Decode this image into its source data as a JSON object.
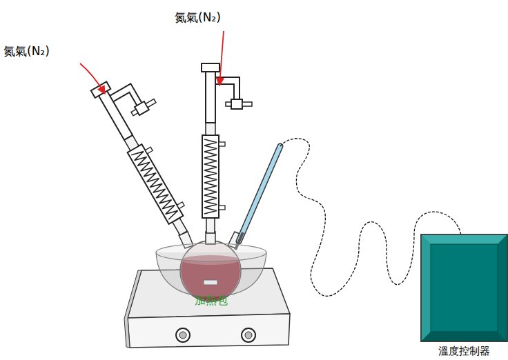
{
  "diagram": {
    "nodes": [
      {
        "text": [
          "加熱包"
        ]
      },
      {
        "text": [
          "溫度控制器"
        ]
      }
    ],
    "labels": [
      "氮氣(N₂)",
      "氮氣(N₂)"
    ]
  }
}
